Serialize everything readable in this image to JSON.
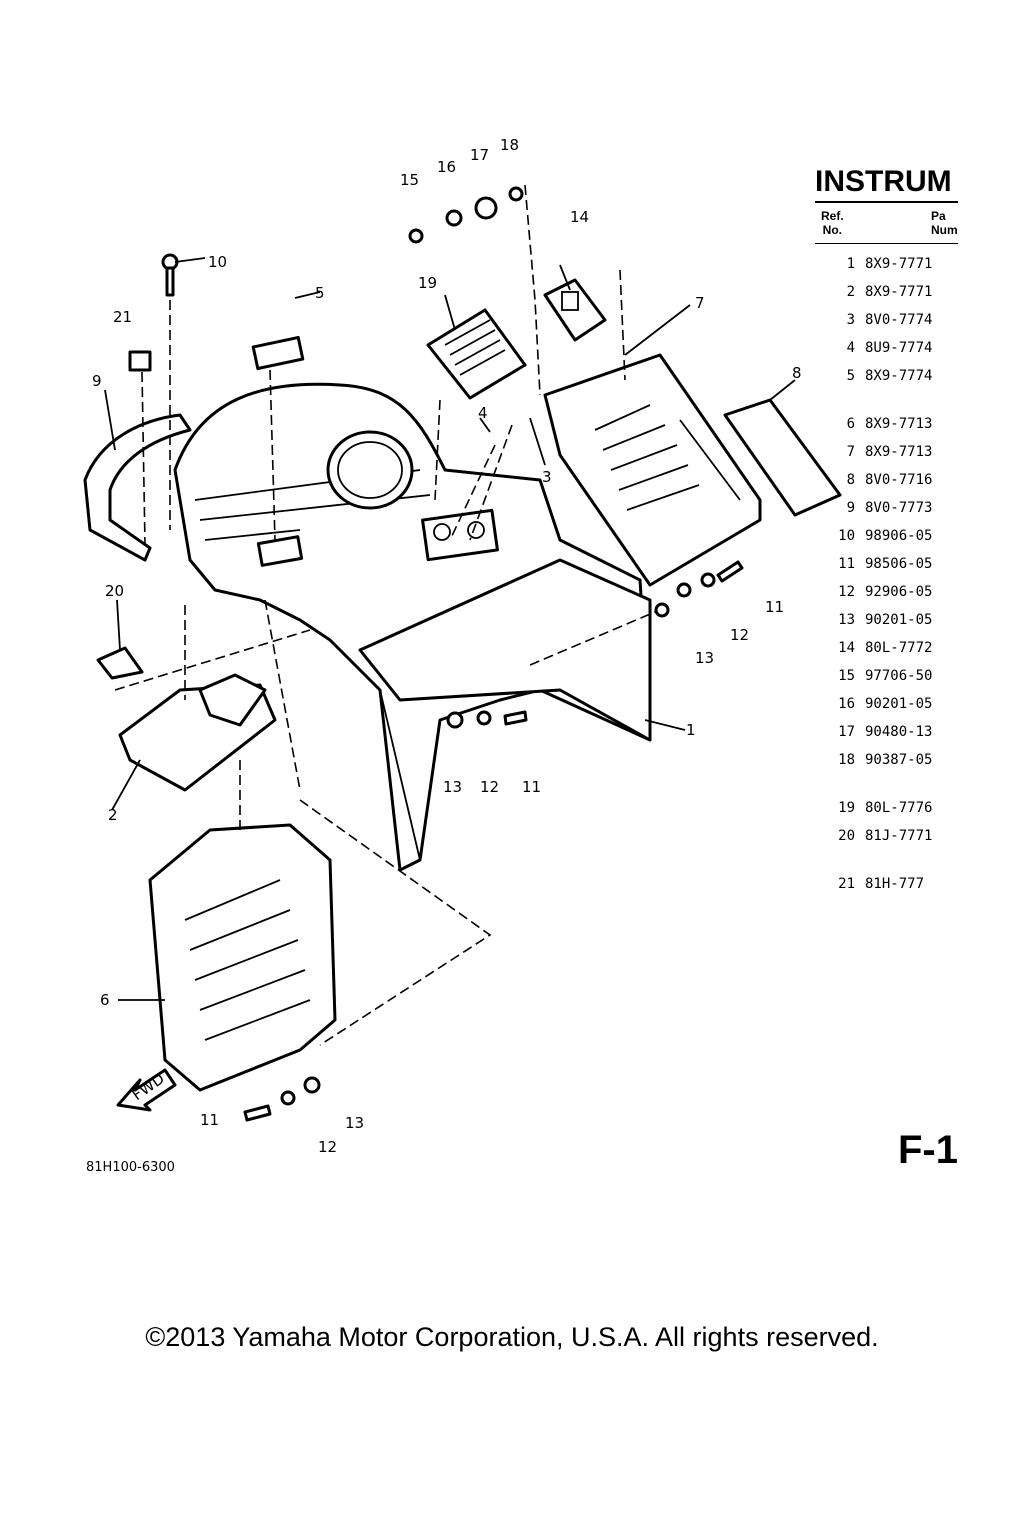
{
  "diagram": {
    "figure_code": "81H100-6300",
    "front_arrow_label": "FWD",
    "callouts": [
      "1",
      "2",
      "3",
      "4",
      "5",
      "6",
      "7",
      "8",
      "9",
      "10",
      "11",
      "11",
      "11",
      "12",
      "12",
      "12",
      "13",
      "13",
      "13",
      "14",
      "15",
      "16",
      "17",
      "18",
      "19",
      "20",
      "21"
    ]
  },
  "parts_table": {
    "title": "INSTRUM",
    "header_ref": "Ref.\nNo.",
    "header_part": "Pa\nNum",
    "rows": [
      {
        "ref": "1",
        "part": "8X9-7771"
      },
      {
        "ref": "2",
        "part": "8X9-7771"
      },
      {
        "ref": "3",
        "part": "8V0-7774"
      },
      {
        "ref": "4",
        "part": "8U9-7774"
      },
      {
        "ref": "5",
        "part": "8X9-7774"
      },
      {
        "ref": "6",
        "part": "8X9-7713"
      },
      {
        "ref": "7",
        "part": "8X9-7713"
      },
      {
        "ref": "8",
        "part": "8V0-7716"
      },
      {
        "ref": "9",
        "part": "8V0-7773"
      },
      {
        "ref": "10",
        "part": "98906-05"
      },
      {
        "ref": "11",
        "part": "98506-05"
      },
      {
        "ref": "12",
        "part": "92906-05"
      },
      {
        "ref": "13",
        "part": "90201-05"
      },
      {
        "ref": "14",
        "part": "80L-7772"
      },
      {
        "ref": "15",
        "part": "97706-50"
      },
      {
        "ref": "16",
        "part": "90201-05"
      },
      {
        "ref": "17",
        "part": "90480-13"
      },
      {
        "ref": "18",
        "part": "90387-05"
      },
      {
        "ref": "19",
        "part": "80L-7776"
      },
      {
        "ref": "20",
        "part": "81J-7771"
      },
      {
        "ref": "21",
        "part": "81H-777"
      }
    ]
  },
  "page_code": "F-1",
  "footer": {
    "copyright": "©2013 Yamaha Motor Corporation, U.S.A. All rights reserved."
  }
}
